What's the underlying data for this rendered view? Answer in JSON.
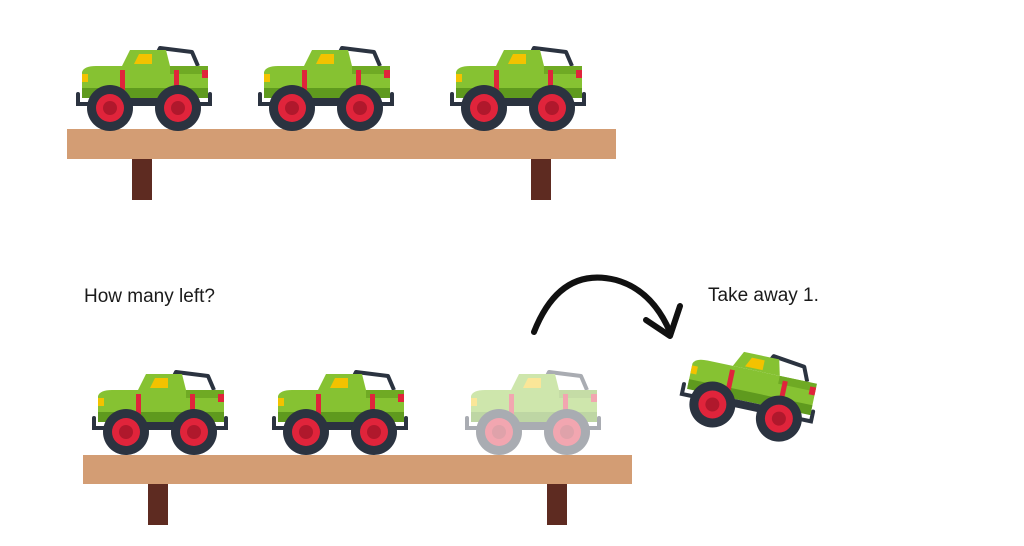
{
  "question_text": "How many left?",
  "instruction_text": "Take away 1.",
  "colors": {
    "shelf_board": "#d39d74",
    "shelf_leg": "#5e2b21",
    "truck_body": "#86c232",
    "truck_body_dark": "#5f9a1e",
    "wheel_tire": "#2b3340",
    "wheel_hub": "#e0243b",
    "arrow": "#111111"
  },
  "top_shelf": {
    "truck_count": 3
  },
  "bottom_shelf": {
    "trucks_remaining": 2,
    "trucks_taken_away": 1
  }
}
